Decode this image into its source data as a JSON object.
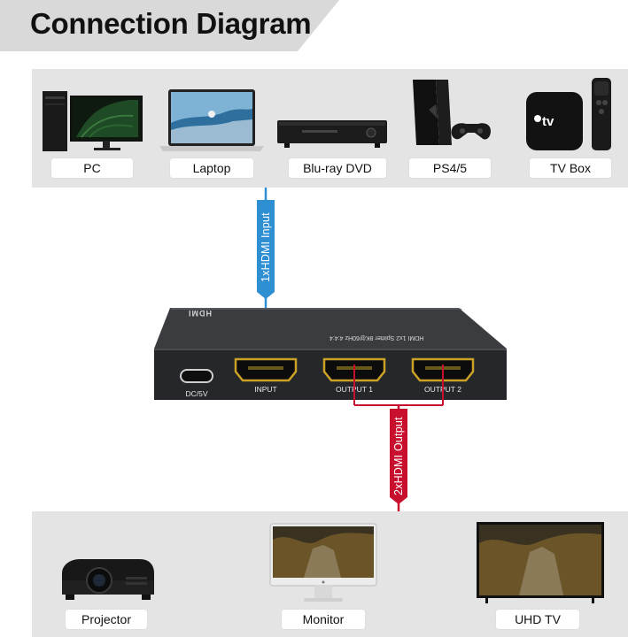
{
  "title": "Connection Diagram",
  "sources": [
    {
      "label": "PC",
      "icon": "pc-icon"
    },
    {
      "label": "Laptop",
      "icon": "laptop-icon"
    },
    {
      "label": "Blu-ray DVD",
      "icon": "bluray-player-icon"
    },
    {
      "label": "PS4/5",
      "icon": "game-console-icon"
    },
    {
      "label": "TV Box",
      "icon": "tv-box-icon"
    }
  ],
  "input_cable": {
    "label": "1xHDMI Input",
    "color": "#2f8fd3"
  },
  "output_cable": {
    "label": "2xHDMI Output",
    "color": "#c8102e"
  },
  "splitter": {
    "ports": {
      "power": "DC/5V",
      "input": "INPUT",
      "output1": "OUTPUT 1",
      "output2": "OUTPUT 2"
    },
    "logo": "HDMI",
    "top_text": "HDMI 1x2 Splitter 8K@60Hz 4:4:4"
  },
  "destinations": [
    {
      "label": "Projector",
      "icon": "projector-icon"
    },
    {
      "label": "Monitor",
      "icon": "monitor-icon"
    },
    {
      "label": "UHD TV",
      "icon": "tv-icon"
    }
  ],
  "colors": {
    "panel": "#e4e4e4",
    "header": "#d9d9d9",
    "splitter_body": "#2b2d30",
    "port_gold": "#c9a227"
  }
}
